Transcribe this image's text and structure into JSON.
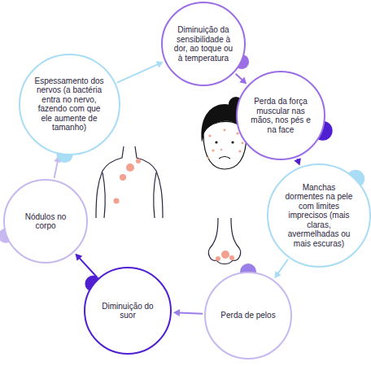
{
  "diagram": {
    "nodes": [
      {
        "text": [
          "Diminuição da sensibilidade à dor, ao toque ou à temperatura"
        ]
      },
      {
        "text": [
          "Perda da força muscular nas mãos, nos pés e na face"
        ]
      },
      {
        "text": [
          "Manchas dormentes na pele com limites imprecisos (mais claras, avermelhadas ou mais escuras)"
        ]
      },
      {
        "text": [
          "Perda de pelos"
        ]
      },
      {
        "text": [
          "Diminuição do suor"
        ]
      },
      {
        "text": [
          "Nódulos no corpo"
        ]
      },
      {
        "text": [
          "Espessamento dos nervos (a bactéria entra no nervo, fazendo com que ele aumente de tamanho)"
        ]
      }
    ],
    "edges": [
      {
        "from": 6,
        "to": 0,
        "arrow": "to"
      },
      {
        "from": 0,
        "to": 1,
        "arrow": "to"
      },
      {
        "from": 1,
        "to": 2,
        "arrow": "to"
      },
      {
        "from": 2,
        "to": 3,
        "arrow": "to"
      },
      {
        "from": 3,
        "to": 4,
        "arrow": "to"
      },
      {
        "from": 4,
        "to": 5,
        "arrow": "to"
      },
      {
        "from": 5,
        "to": 6,
        "arrow": "to"
      }
    ]
  }
}
